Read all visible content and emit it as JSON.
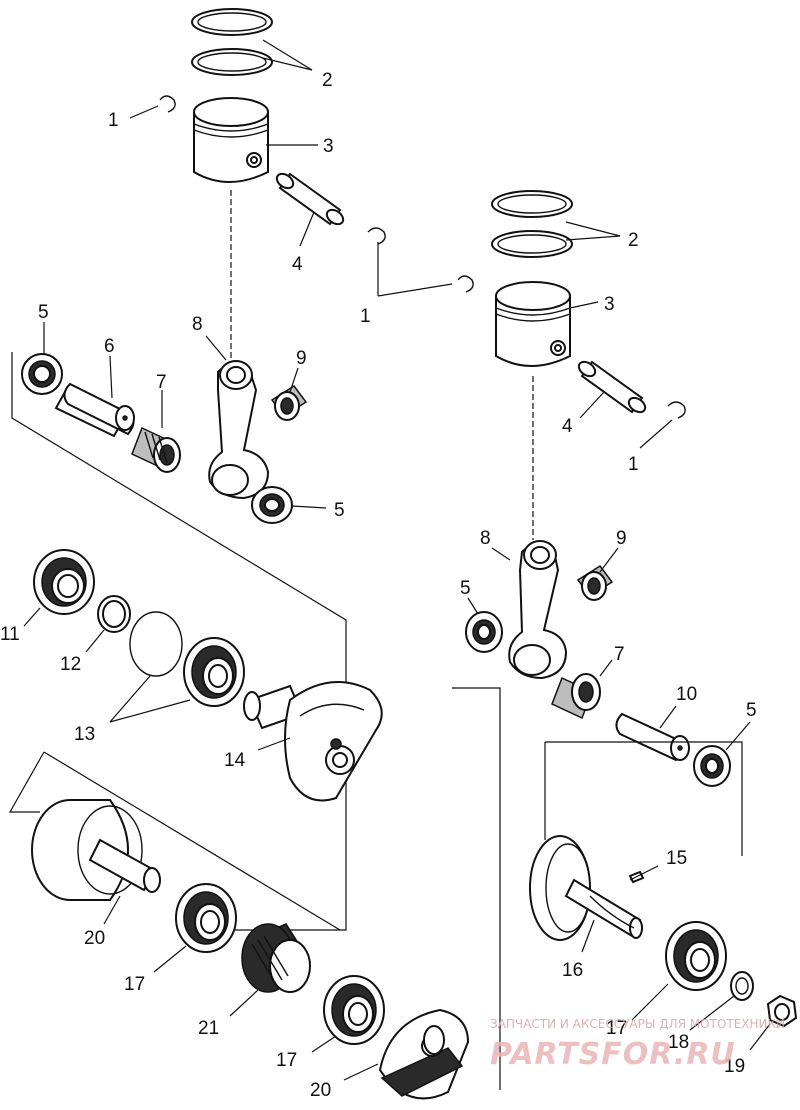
{
  "diagram": {
    "callouts": [
      {
        "id": "c1a",
        "text": "1"
      },
      {
        "id": "c2a",
        "text": "2"
      },
      {
        "id": "c3a",
        "text": "3"
      },
      {
        "id": "c4a",
        "text": "4"
      },
      {
        "id": "c1b",
        "text": "1"
      },
      {
        "id": "c2b",
        "text": "2"
      },
      {
        "id": "c3b",
        "text": "3"
      },
      {
        "id": "c4b",
        "text": "4"
      },
      {
        "id": "c1c",
        "text": "1"
      },
      {
        "id": "c5a",
        "text": "5"
      },
      {
        "id": "c6",
        "text": "6"
      },
      {
        "id": "c7a",
        "text": "7"
      },
      {
        "id": "c8a",
        "text": "8"
      },
      {
        "id": "c9a",
        "text": "9"
      },
      {
        "id": "c5b",
        "text": "5"
      },
      {
        "id": "c8b",
        "text": "8"
      },
      {
        "id": "c9b",
        "text": "9"
      },
      {
        "id": "c5c",
        "text": "5"
      },
      {
        "id": "c7b",
        "text": "7"
      },
      {
        "id": "c10",
        "text": "10"
      },
      {
        "id": "c5d",
        "text": "5"
      },
      {
        "id": "c11",
        "text": "11"
      },
      {
        "id": "c12",
        "text": "12"
      },
      {
        "id": "c13",
        "text": "13"
      },
      {
        "id": "c14",
        "text": "14"
      },
      {
        "id": "c15",
        "text": "15"
      },
      {
        "id": "c16",
        "text": "16"
      },
      {
        "id": "c20a",
        "text": "20"
      },
      {
        "id": "c17a",
        "text": "17"
      },
      {
        "id": "c21",
        "text": "21"
      },
      {
        "id": "c17b",
        "text": "17"
      },
      {
        "id": "c20b",
        "text": "20"
      },
      {
        "id": "c17c",
        "text": "17"
      },
      {
        "id": "c18",
        "text": "18"
      },
      {
        "id": "c19",
        "text": "19"
      }
    ]
  },
  "watermark": {
    "caption": "ЗАПЧАСТИ И АКСЕССУАРЫ ДЛЯ МОТОТЕХНИКИ",
    "brand": "PARTSFOR.RU",
    "color": "#e9b6b6"
  }
}
